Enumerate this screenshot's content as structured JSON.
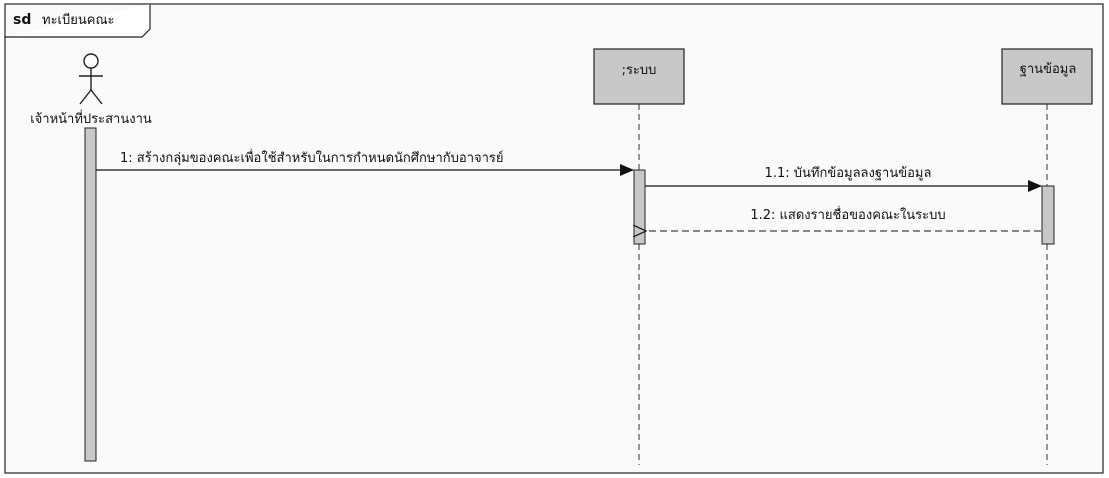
{
  "frame": {
    "keyword": "sd",
    "name": "ทะเบียนคณะ"
  },
  "actor": {
    "label": "เจ้าหน้าที่ประสานงาน"
  },
  "lifelines": [
    {
      "label": ";ระบบ"
    },
    {
      "label": "ฐานข้อมูล"
    }
  ],
  "messages": [
    {
      "label": "1: สร้างกลุ่มของคณะเพื่อใช้สำหรับในการกำหนดนักศึกษากับอาจารย์"
    },
    {
      "label": "1.1: บันทึกข้อมูลลงฐานข้อมูล"
    },
    {
      "label": "1.2: แสดงรายชื่อของคณะในระบบ"
    }
  ],
  "colors": {
    "lifeline_fill": "#c8c8c8",
    "stroke": "#222222",
    "frame_bg": "#fafafa"
  }
}
